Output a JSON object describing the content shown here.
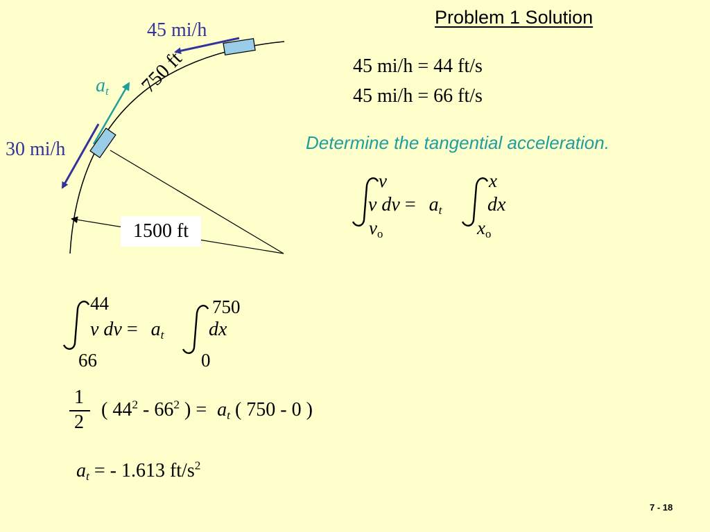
{
  "slide": {
    "title": "Problem  1 Solution",
    "page_number": "7 - 18",
    "prompt": "Determine the tangential acceleration.",
    "background_color": "#FFFFCC",
    "accent_color": "#1E9E9E",
    "velocity_color": "#333399"
  },
  "diagram": {
    "speed_top": "45 mi/h",
    "speed_bottom": "30 mi/h",
    "tangential_symbol": "a",
    "tangential_subscript": "t",
    "arc_length": "750 ft",
    "radius": "1500 ft"
  },
  "conversions": [
    "45 mi/h = 44 ft/s",
    "45 mi/h = 66 ft/s"
  ],
  "general_integral": {
    "left_upper": "v",
    "left_lower": "v",
    "left_lower_sub": "o",
    "left_integrand": "v dv",
    "equals": "=",
    "coef": "a",
    "coef_sub": "t",
    "right_upper": "x",
    "right_lower": "x",
    "right_lower_sub": "o",
    "right_integrand": "dx"
  },
  "specific_integral": {
    "left_upper": "44",
    "left_lower": "66",
    "left_integrand": "v dv",
    "equals": "=",
    "coef": "a",
    "coef_sub": "t",
    "right_upper": "750",
    "right_lower": "0",
    "right_integrand": "dx"
  },
  "evaluation": {
    "numerator": "1",
    "denominator": "2",
    "open": "( 44",
    "exp1": "2",
    "minus": " - 66",
    "exp2": "2",
    "close_eq": " ) =",
    "coef": "a",
    "coef_sub": "t",
    "rhs": "( 750 - 0 )"
  },
  "result": {
    "symbol": "a",
    "subscript": "t",
    "value": "= - 1.613  ft/s",
    "exponent": "2"
  }
}
